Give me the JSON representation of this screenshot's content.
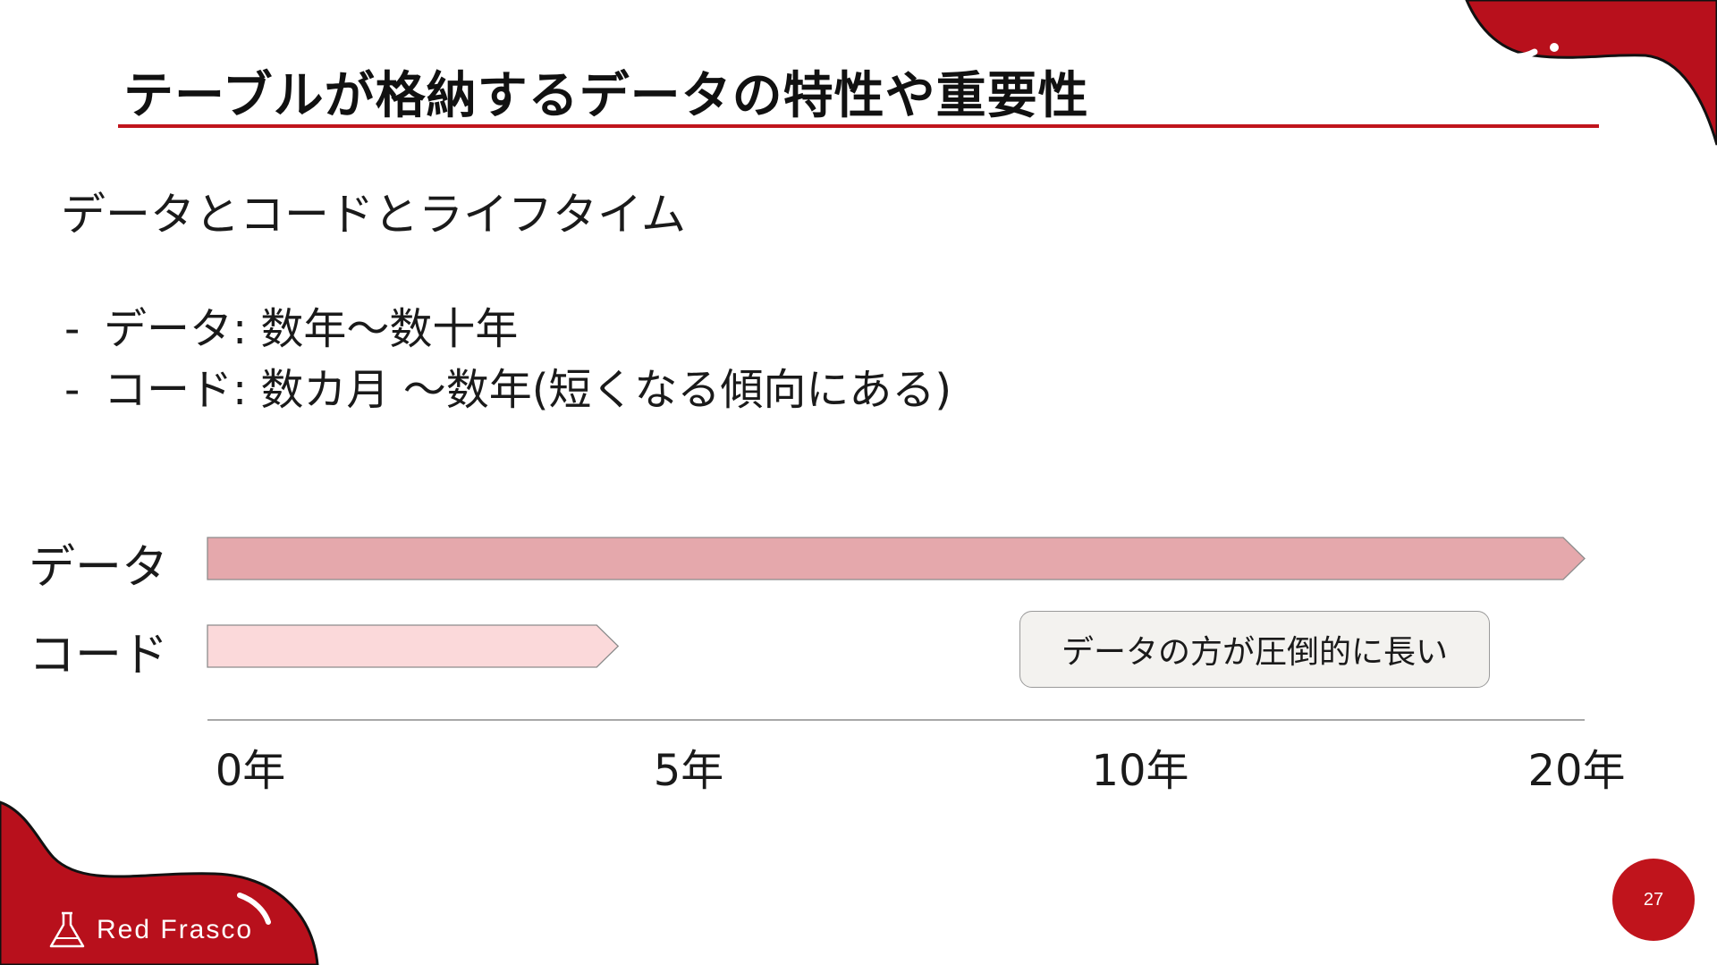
{
  "slide": {
    "title": "テーブルが格納するデータの特性や重要性",
    "subtitle": "データとコードとライフタイム",
    "bullets": [
      "データ: 数年～数十年",
      "コード: 数カ月 ～数年(短くなる傾向にある)"
    ],
    "bullet_marker": "-",
    "callout": "データの方が圧倒的に長い",
    "page_number": "27"
  },
  "brand": {
    "name": "Red Frasco",
    "icon": "flask-icon"
  },
  "colors": {
    "accent": "#c0141c",
    "data_bar": "#e5a8ac",
    "code_bar": "#fbd9da",
    "callout_bg": "#f3f2ef"
  },
  "chart_data": {
    "type": "bar",
    "orientation": "horizontal",
    "categories": [
      "データ",
      "コード"
    ],
    "values": [
      20,
      4.3
    ],
    "ticks": [
      0,
      5,
      10,
      20
    ],
    "tick_labels": [
      "0年",
      "5年",
      "10年",
      "20年"
    ]
  }
}
